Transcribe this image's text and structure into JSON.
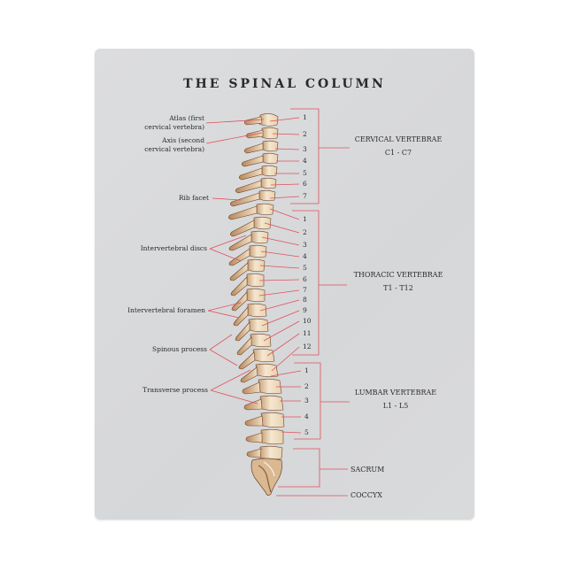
{
  "title": "THE SPINAL COLUMN",
  "colors": {
    "board": "#d8d9db",
    "leader_line": "#e0505a",
    "text": "#2b2b2b",
    "bone": "#f3e3c9",
    "bone_shadow": "#b98a5f",
    "bone_outline": "#6b4328"
  },
  "left_labels": [
    {
      "id": "atlas",
      "line1": "Atlas (first",
      "line2": "cervical vertebra)"
    },
    {
      "id": "axis",
      "line1": "Axis (second",
      "line2": "cervical vertebra)"
    },
    {
      "id": "rib-facet",
      "line1": "Rib facet"
    },
    {
      "id": "intervertebral-discs",
      "line1": "Intervertebral discs"
    },
    {
      "id": "intervertebral-foramen",
      "line1": "Intervertebral foramen"
    },
    {
      "id": "spinous-process",
      "line1": "Spinous process"
    },
    {
      "id": "transverse-process",
      "line1": "Transverse process"
    }
  ],
  "groups": [
    {
      "id": "cervical",
      "name": "CERVICAL VERTEBRAE",
      "range": "C1 - C7",
      "numbers": [
        "1",
        "2",
        "3",
        "4",
        "5",
        "6",
        "7"
      ]
    },
    {
      "id": "thoracic",
      "name": "THORACIC VERTEBRAE",
      "range": "T1 - T12",
      "numbers": [
        "1",
        "2",
        "3",
        "4",
        "5",
        "6",
        "7",
        "8",
        "9",
        "10",
        "11",
        "12"
      ]
    },
    {
      "id": "lumbar",
      "name": "LUMBAR VERTEBRAE",
      "range": "L1 - L5",
      "numbers": [
        "1",
        "2",
        "3",
        "4",
        "5"
      ]
    },
    {
      "id": "sacrum",
      "name": "SACRUM"
    },
    {
      "id": "coccyx",
      "name": "COCCYX"
    }
  ]
}
